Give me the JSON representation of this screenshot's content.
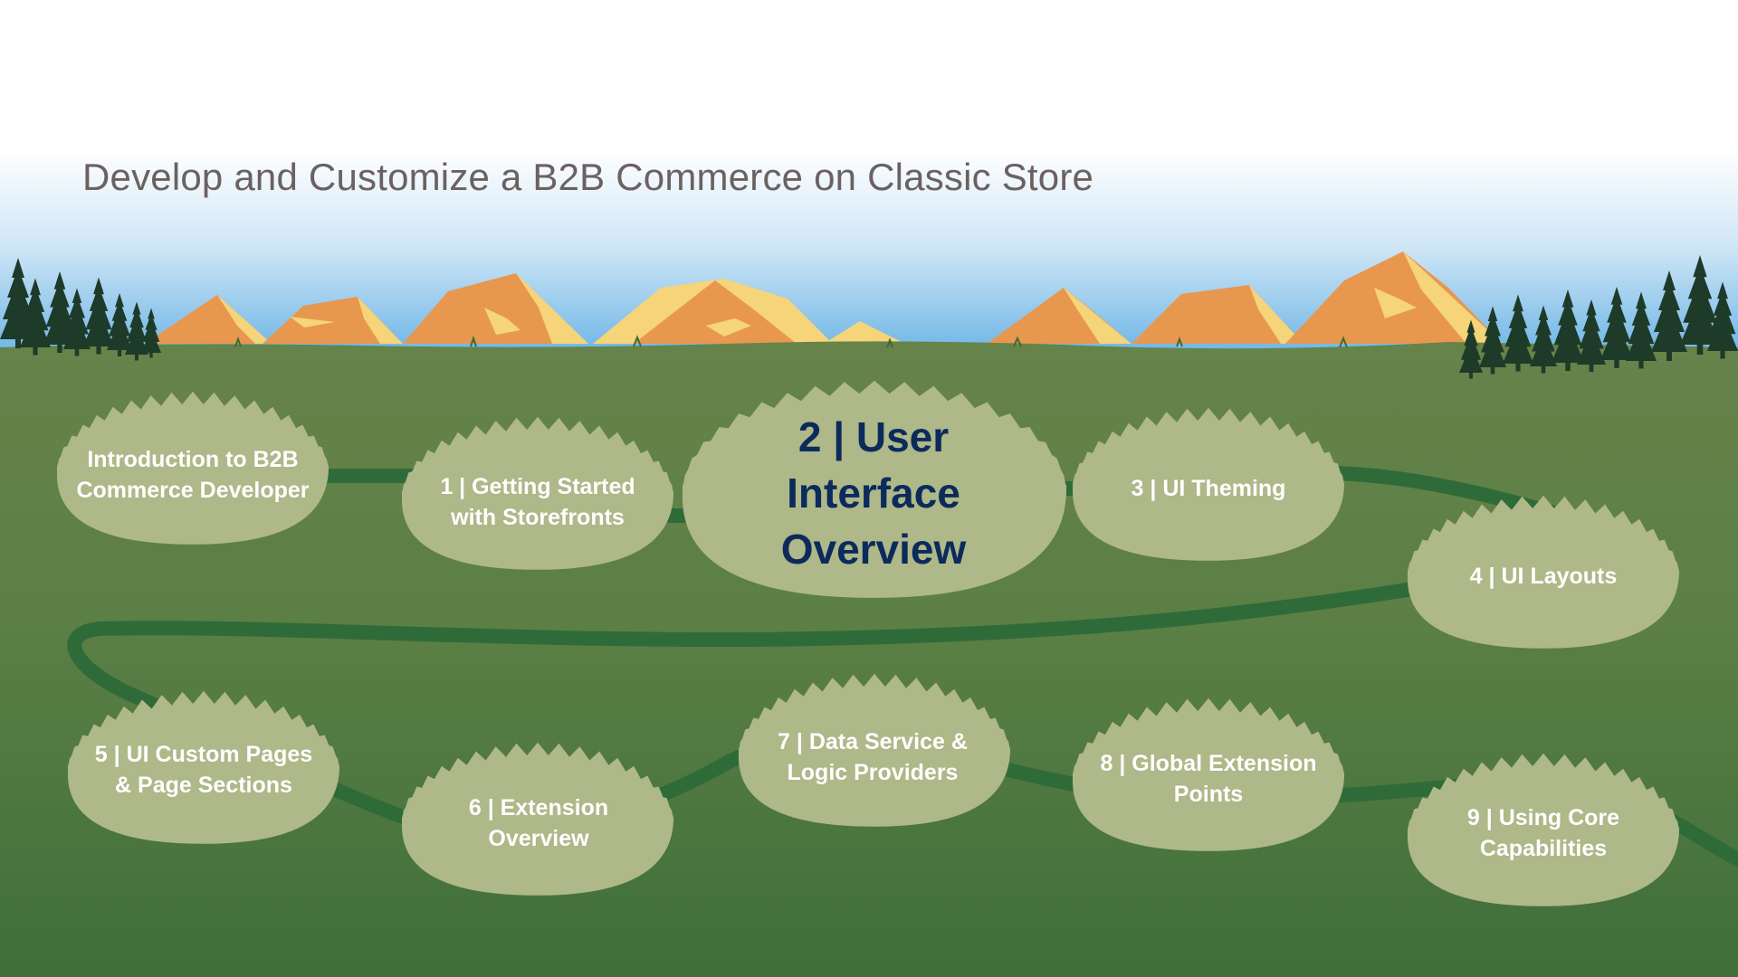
{
  "title": "Develop and Customize a B2B Commerce on Classic Store",
  "colors": {
    "sky_top": "#ffffff",
    "sky_bottom": "#6fb6e6",
    "meadow_top": "#66834a",
    "meadow_bottom": "#3f6f3a",
    "trail": "#2f6b38",
    "mound": "#aeb888",
    "mountain_shadow": "#e8974f",
    "mountain_light": "#f5d47a",
    "tree": "#1e3a28",
    "current_text": "#0c2a5b",
    "node_text": "#ffffff"
  },
  "trail_nodes": [
    {
      "label": "Introduction to B2B Commerce Developer",
      "current": false
    },
    {
      "label": "1 | Getting Started with Storefronts",
      "current": false
    },
    {
      "label": "2 | User Interface Overview",
      "current": true
    },
    {
      "label": "3 | UI Theming",
      "current": false
    },
    {
      "label": "4 | UI Layouts",
      "current": false
    },
    {
      "label": "5 | UI Custom Pages & Page Sections",
      "current": false
    },
    {
      "label": "6 | Extension Overview",
      "current": false
    },
    {
      "label": "7 | Data Service & Logic Providers",
      "current": false
    },
    {
      "label": "8 | Global Extension Points",
      "current": false
    },
    {
      "label": "9 | Using Core Capabilities",
      "current": false
    }
  ]
}
